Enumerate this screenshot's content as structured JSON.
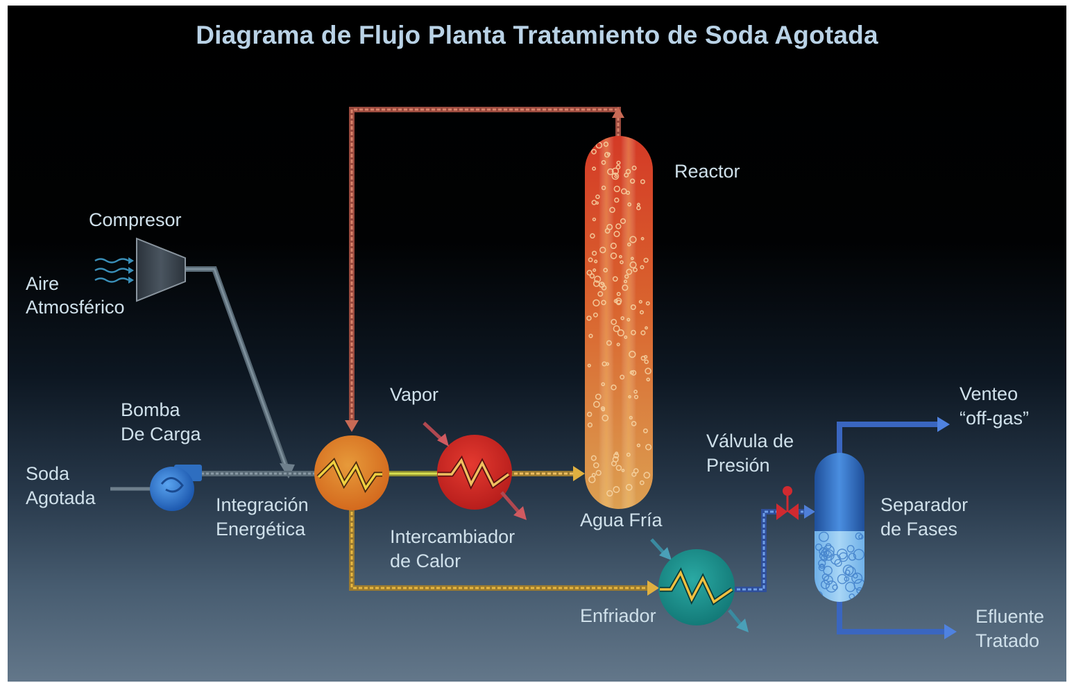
{
  "title": "Diagrama de Flujo Planta Tratamiento de Soda Agotada",
  "labels": {
    "compresor": "Compresor",
    "aire_1": "Aire",
    "aire_2": "Atmosférico",
    "bomba_1": "Bomba",
    "bomba_2": "De Carga",
    "soda_1": "Soda",
    "soda_2": "Agotada",
    "integracion_1": "Integración",
    "integracion_2": "Energética",
    "vapor": "Vapor",
    "intercambiador_1": "Intercambiador",
    "intercambiador_2": "de Calor",
    "reactor": "Reactor",
    "agua_fria": "Agua Fría",
    "enfriador": "Enfriador",
    "valvula_1": "Válvula de",
    "valvula_2": "Presión",
    "separador_1": "Separador",
    "separador_2": "de Fases",
    "venteo_1": "Venteo",
    "venteo_2": "“off-gas”",
    "efluente_1": "Efluente",
    "efluente_2": "Tratado"
  },
  "colors": {
    "air_line": "#6e7f8c",
    "hot_line": "#c86a55",
    "warm_line": "#e0b040",
    "cold_line": "#4f7fd8",
    "reactor_top": "#d43a26",
    "reactor_bottom": "#e0a050",
    "exchanger": "#d42a24",
    "integration": "#e0842a",
    "cooler": "#1f9a94",
    "separator": "#2f6fc0",
    "pump": "#3a7fd0"
  }
}
